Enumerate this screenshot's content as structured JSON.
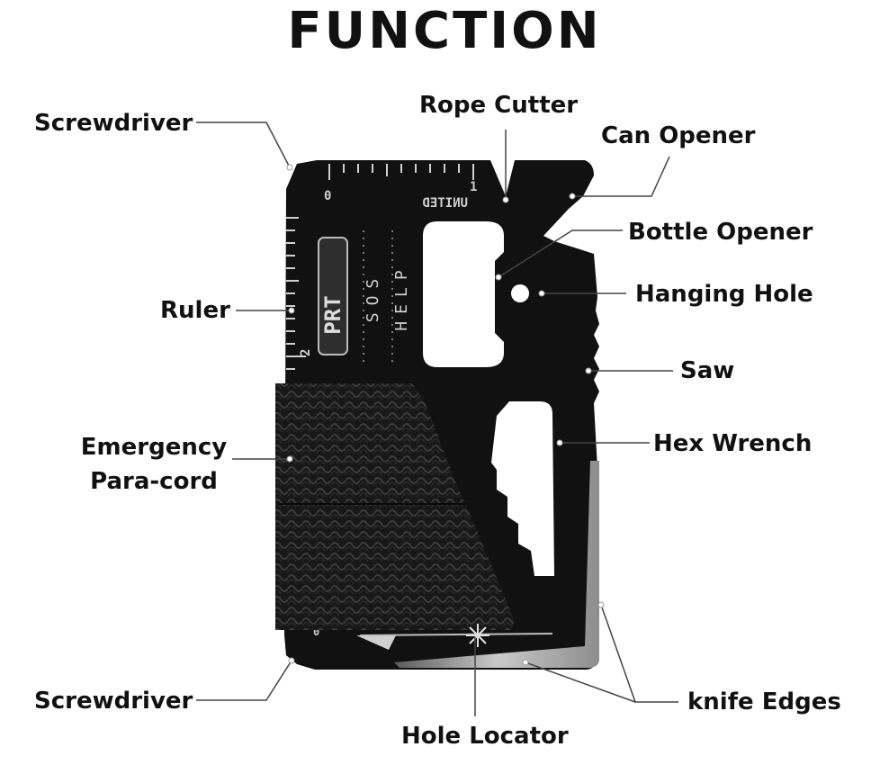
{
  "heading": "FUNCTION",
  "card": {
    "ruler_marks": [
      "0",
      "1",
      "2",
      "0"
    ],
    "engraving": "UNITED",
    "logo": "PRT",
    "sos": "SOS",
    "help": "HELP",
    "colors": {
      "card": "#111111",
      "cord": "#1b1b1b",
      "edge": "#9a9a9a",
      "leader": "#444444"
    }
  },
  "labels": {
    "screwdriver_top": "Screwdriver",
    "rope_cutter": "Rope Cutter",
    "can_opener": "Can Opener",
    "bottle_opener": "Bottle Opener",
    "hanging_hole": "Hanging Hole",
    "ruler": "Ruler",
    "saw": "Saw",
    "emergency": "Emergency",
    "paracord": "Para-cord",
    "hex_wrench": "Hex Wrench",
    "screwdriver_bottom": "Screwdriver",
    "knife_edges": "knife Edges",
    "hole_locator": "Hole Locator"
  }
}
